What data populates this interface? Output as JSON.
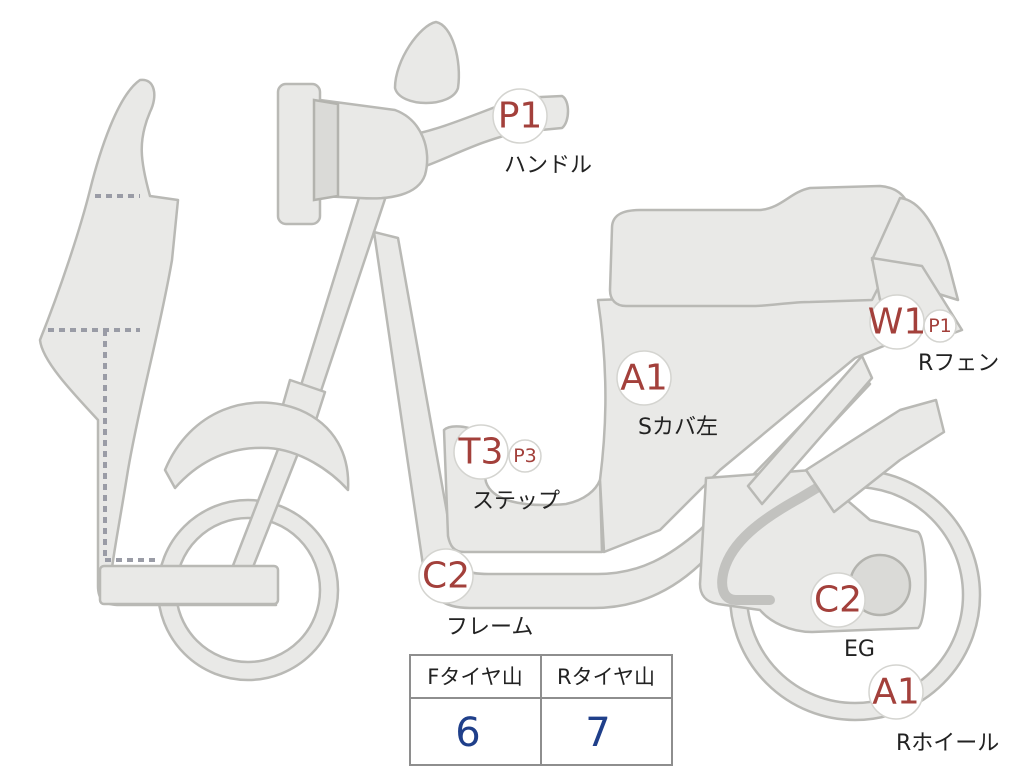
{
  "colors": {
    "part_fill": "#e9e9e7",
    "part_outline": "#b9b9b5",
    "grade_text": "#a3403b",
    "label_text": "#222222",
    "tire_value_text": "#1f3f8a"
  },
  "inspection_points": [
    {
      "id": "handle",
      "grade": "P1",
      "label": "ハンドル"
    },
    {
      "id": "rear-fender",
      "grade": "W1",
      "sub_grade": "P1",
      "label": "Rフェン"
    },
    {
      "id": "side-cover-left",
      "grade": "A1",
      "label": "Sカバ左"
    },
    {
      "id": "step",
      "grade": "T3",
      "sub_grade": "P3",
      "label": "ステップ"
    },
    {
      "id": "frame",
      "grade": "C2",
      "label": "フレーム"
    },
    {
      "id": "engine",
      "grade": "C2",
      "label": "EG"
    },
    {
      "id": "rear-wheel",
      "grade": "A1",
      "label": "Rホイール"
    }
  ],
  "tire_table": {
    "front": {
      "header": "Fタイヤ山",
      "value": "6"
    },
    "rear": {
      "header": "Rタイヤ山",
      "value": "7"
    }
  }
}
